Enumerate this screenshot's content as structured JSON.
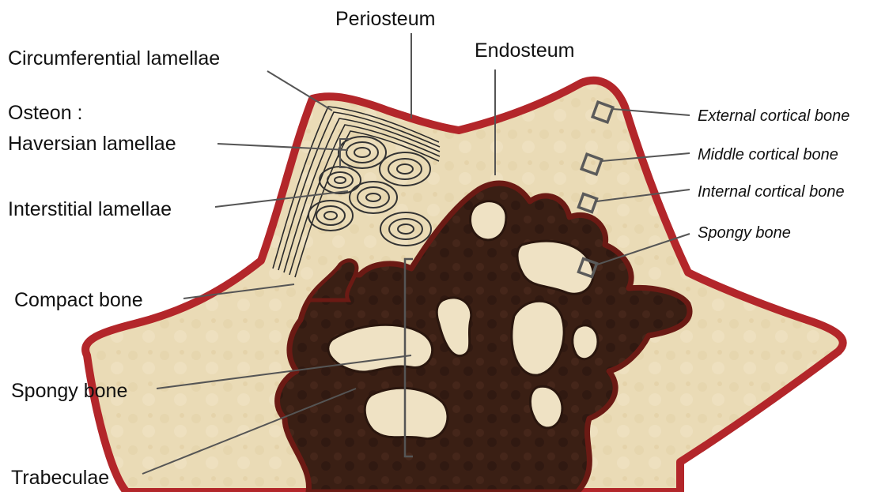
{
  "labels_left": {
    "periosteum": "Periosteum",
    "circumferential_lamellae": "Circumferential lamellae",
    "osteon": "Osteon :",
    "haversian_lamellae": "Haversian lamellae",
    "interstitial_lamellae": "Interstitial lamellae",
    "compact_bone": "Compact bone",
    "spongy_bone": "Spongy bone",
    "trabeculae": "Trabeculae",
    "endosteum": "Endosteum"
  },
  "labels_right": {
    "external_cortical_bone": "External cortical bone",
    "middle_cortical_bone": "Middle cortical bone",
    "internal_cortical_bone": "Internal cortical bone",
    "spongy_bone": "Spongy bone"
  },
  "colors": {
    "periosteum_outline": "#b3262a",
    "cortical_fill": "#eadbb6",
    "spongy_dark": "#3a1f14",
    "endosteum_edge": "#6b1a14",
    "marrow_light": "#efe2c4",
    "leader_line": "#555555"
  }
}
